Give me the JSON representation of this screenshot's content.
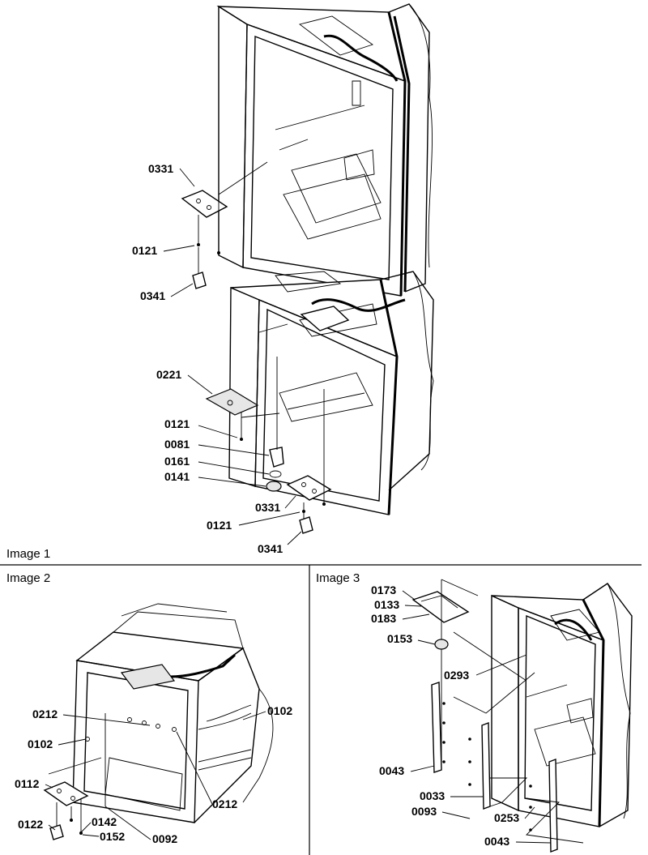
{
  "panels": [
    {
      "id": "image-1",
      "caption": "Image 1"
    },
    {
      "id": "image-2",
      "caption": "Image 2"
    },
    {
      "id": "image-3",
      "caption": "Image 3"
    }
  ],
  "image1_labels": {
    "l0331a": "0331",
    "l0121a": "0121",
    "l0341a": "0341",
    "l0221": "0221",
    "l0121b": "0121",
    "l0081": "0081",
    "l0161": "0161",
    "l0141": "0141",
    "l0331b": "0331",
    "l0121c": "0121",
    "l0341b": "0341"
  },
  "image2_labels": {
    "l0212a": "0212",
    "l0102a": "0102",
    "l0102b": "0102",
    "l0112": "0112",
    "l0212b": "0212",
    "l0122": "0122",
    "l0142": "0142",
    "l0152": "0152",
    "l0092": "0092"
  },
  "image3_labels": {
    "l0173": "0173",
    "l0133": "0133",
    "l0183": "0183",
    "l0153": "0153",
    "l0293": "0293",
    "l0043a": "0043",
    "l0033": "0033",
    "l0093": "0093",
    "l0253": "0253",
    "l0043b": "0043"
  }
}
